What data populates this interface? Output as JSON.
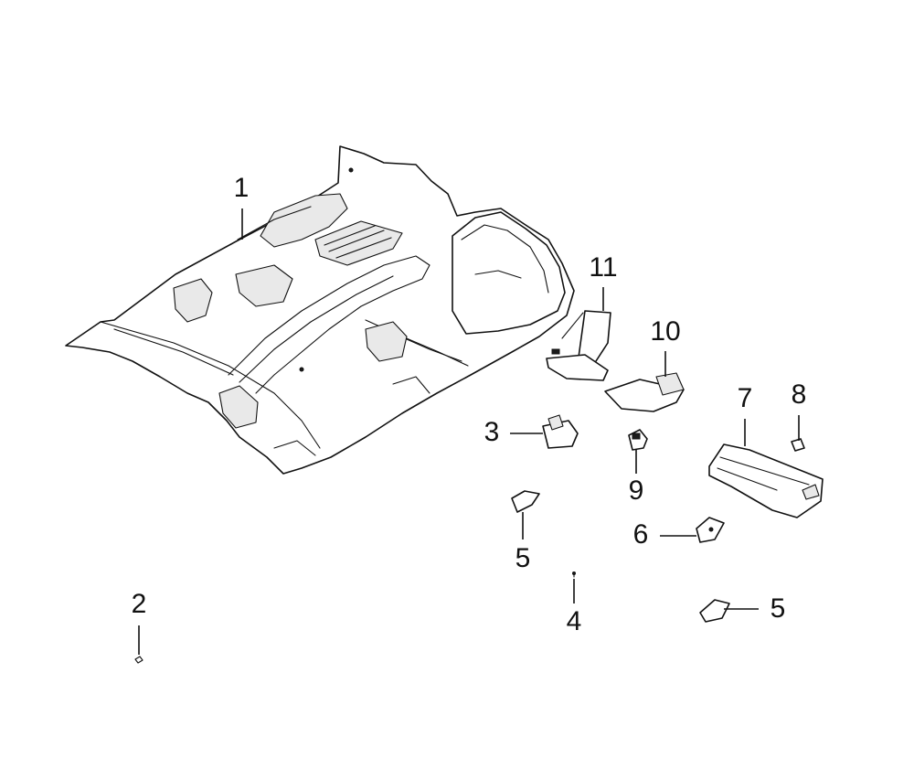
{
  "diagram": {
    "callouts": {
      "carpet_main": "1",
      "clip": "2",
      "bracket": "3",
      "pin": "4",
      "pad_left": "5",
      "pad_right": "5",
      "plate": "6",
      "trunk_mat": "7",
      "small_clip": "8",
      "fastener": "9",
      "foot_rest": "10",
      "heel_pad": "11"
    },
    "colors": {
      "line": "#111111",
      "background": "#ffffff",
      "shade": "#e9e9e9"
    }
  }
}
